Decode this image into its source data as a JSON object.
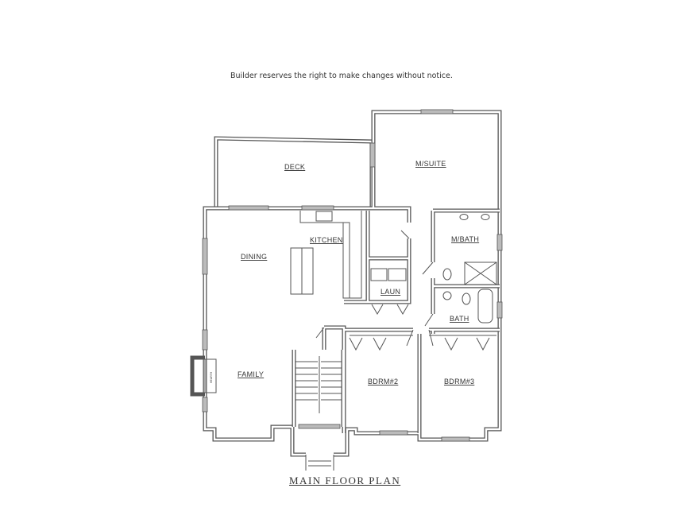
{
  "note": "Builder reserves the right to make changes without notice.",
  "title": "MAIN FLOOR PLAN",
  "rooms": {
    "deck": "DECK",
    "msuite": "M/SUITE",
    "kitchen": "KITCHEN",
    "dining": "DINING",
    "laun": "LAUN",
    "mbath": "M/BATH",
    "bath": "BATH",
    "family": "FAMILY",
    "bdrm2": "BDRM#2",
    "bdrm3": "BDRM#3"
  },
  "labels": {
    "hearth": "HEARTH"
  }
}
